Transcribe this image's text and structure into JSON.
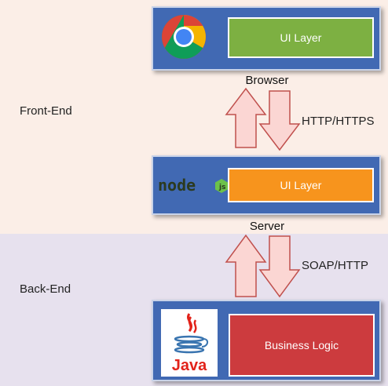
{
  "colors": {
    "front_end_band": "#fbeee7",
    "back_end_band": "#e7e1ee",
    "tier_blue": "#4169b3",
    "ui_layer_browser": "#7db042",
    "ui_layer_server": "#f7941d",
    "business_logic": "#cc3b3e",
    "arrow_fill": "#fbd6d3",
    "arrow_stroke": "#c0504d"
  },
  "sections": {
    "front_end": "Front-End",
    "back_end": "Back-End"
  },
  "browser_tier": {
    "logo": "chrome-logo-icon",
    "layer": "UI Layer",
    "caption": "Browser"
  },
  "server_tier": {
    "logo": "nodejs-logo-icon",
    "logo_text": "node",
    "layer": "UI Layer",
    "caption": "Server"
  },
  "backend_tier": {
    "logo": "java-logo-icon",
    "logo_text": "Java",
    "layer": "Business Logic"
  },
  "connections": {
    "browser_server": "HTTP/HTTPS",
    "server_backend": "SOAP/HTTP"
  }
}
